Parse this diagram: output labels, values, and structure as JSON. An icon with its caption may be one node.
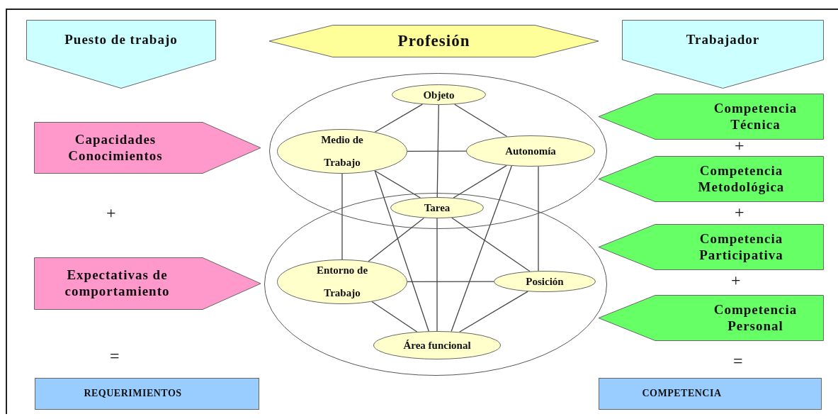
{
  "diagram": {
    "nodes": [
      {
        "text": [
          "Puesto de trabajo"
        ]
      },
      {
        "text": [
          "Profesión"
        ]
      },
      {
        "text": [
          "Trabajador"
        ]
      },
      {
        "text": [
          "Capacidades Conocimientos"
        ]
      },
      {
        "text": [
          "Competencia Técnica"
        ]
      },
      {
        "text": [],
        "shape": "ellipse"
      },
      {
        "text": [
          "Objeto"
        ],
        "in": 5
      },
      {
        "text": [
          "Medio de Trabajo"
        ],
        "in": 5
      },
      {
        "text": [
          "Autonomía"
        ],
        "in": 5
      },
      {
        "text": [
          "Competencia Metodológica"
        ]
      },
      {
        "text": [
          "Tarea"
        ]
      },
      {
        "text": [],
        "shape": "ellipse"
      },
      {
        "text": [
          "Entorno de Trabajo"
        ],
        "in": 11
      },
      {
        "text": [
          "Posición"
        ],
        "in": 11
      },
      {
        "text": [
          "Área funcional"
        ],
        "in": 11
      },
      {
        "text": [
          "Expectativas de comportamiento"
        ]
      },
      {
        "text": [
          "Competencia Participativa"
        ]
      },
      {
        "text": [
          "Competencia Personal"
        ]
      },
      {
        "text": [
          "REQUERIMIENTOS"
        ]
      },
      {
        "text": [
          "COMPETENCIA"
        ]
      }
    ],
    "edges": [
      {
        "from": 6,
        "to": 7,
        "arrow": "none"
      },
      {
        "from": 6,
        "to": 10,
        "arrow": "none"
      },
      {
        "from": 6,
        "to": 8,
        "arrow": "none"
      },
      {
        "from": 7,
        "to": 8,
        "arrow": "none"
      },
      {
        "from": 7,
        "to": 10,
        "arrow": "none"
      },
      {
        "from": 7,
        "to": 12,
        "arrow": "none"
      },
      {
        "from": 7,
        "to": 14,
        "arrow": "none"
      },
      {
        "from": 8,
        "to": 10,
        "arrow": "none"
      },
      {
        "from": 8,
        "to": 14,
        "arrow": "none"
      },
      {
        "from": 8,
        "to": 13,
        "arrow": "none"
      },
      {
        "from": 10,
        "to": 12,
        "arrow": "none"
      },
      {
        "from": 10,
        "to": 13,
        "arrow": "none"
      },
      {
        "from": 10,
        "to": 14,
        "arrow": "none"
      },
      {
        "from": 12,
        "to": 13,
        "arrow": "none"
      },
      {
        "from": 12,
        "to": 14,
        "arrow": "none"
      },
      {
        "from": 13,
        "to": 14,
        "arrow": "none"
      }
    ],
    "labels": [
      "+",
      "+",
      "+",
      "+",
      "=",
      "="
    ]
  }
}
